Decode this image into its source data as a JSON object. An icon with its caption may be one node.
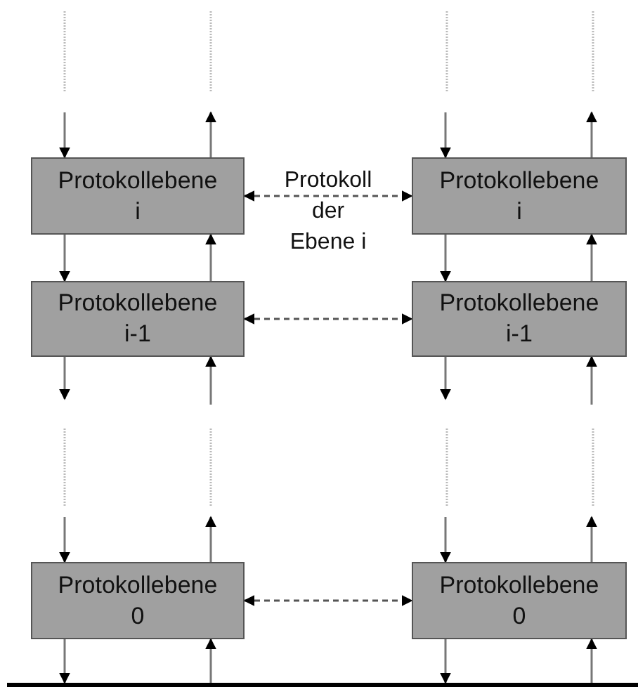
{
  "diagram": {
    "nodes": [
      {
        "text": [
          "Protokollebene i"
        ]
      },
      {
        "text": [
          "Protokollebene i"
        ]
      },
      {
        "text": [
          "Protokollebene i-1"
        ]
      },
      {
        "text": [
          "Protokollebene i-1"
        ]
      },
      {
        "text": [
          "Protokollebene 0"
        ]
      },
      {
        "text": [
          "Protokollebene 0"
        ]
      },
      {
        "text": [],
        "shape": "bar"
      }
    ],
    "edges": [
      {
        "from": 0,
        "to": 1,
        "arrow": "both",
        "style": "dashed",
        "label": "Protokoll der Ebene i"
      },
      {
        "from": 2,
        "to": 3,
        "arrow": "both",
        "style": "dashed"
      },
      {
        "from": 4,
        "to": 5,
        "arrow": "both",
        "style": "dashed"
      },
      {
        "from": null,
        "to": 0,
        "arrow": "to"
      },
      {
        "from": 0,
        "to": null,
        "arrow": "to"
      },
      {
        "from": 0,
        "to": 2,
        "arrow": "to"
      },
      {
        "from": 2,
        "to": 0,
        "arrow": "to"
      },
      {
        "from": 2,
        "to": null,
        "arrow": "to"
      },
      {
        "from": null,
        "to": 2,
        "arrow": "to"
      },
      {
        "from": null,
        "to": 4,
        "arrow": "to"
      },
      {
        "from": 4,
        "to": null,
        "arrow": "to"
      },
      {
        "from": 4,
        "to": 6,
        "arrow": "to"
      },
      {
        "from": 6,
        "to": 4,
        "arrow": "to"
      },
      {
        "from": null,
        "to": 1,
        "arrow": "to"
      },
      {
        "from": 1,
        "to": null,
        "arrow": "to"
      },
      {
        "from": 1,
        "to": 3,
        "arrow": "to"
      },
      {
        "from": 3,
        "to": 1,
        "arrow": "to"
      },
      {
        "from": 3,
        "to": null,
        "arrow": "to"
      },
      {
        "from": null,
        "to": 3,
        "arrow": "to"
      },
      {
        "from": null,
        "to": 5,
        "arrow": "to"
      },
      {
        "from": 5,
        "to": null,
        "arrow": "to"
      },
      {
        "from": 5,
        "to": 6,
        "arrow": "to"
      },
      {
        "from": 6,
        "to": 5,
        "arrow": "to"
      }
    ]
  }
}
